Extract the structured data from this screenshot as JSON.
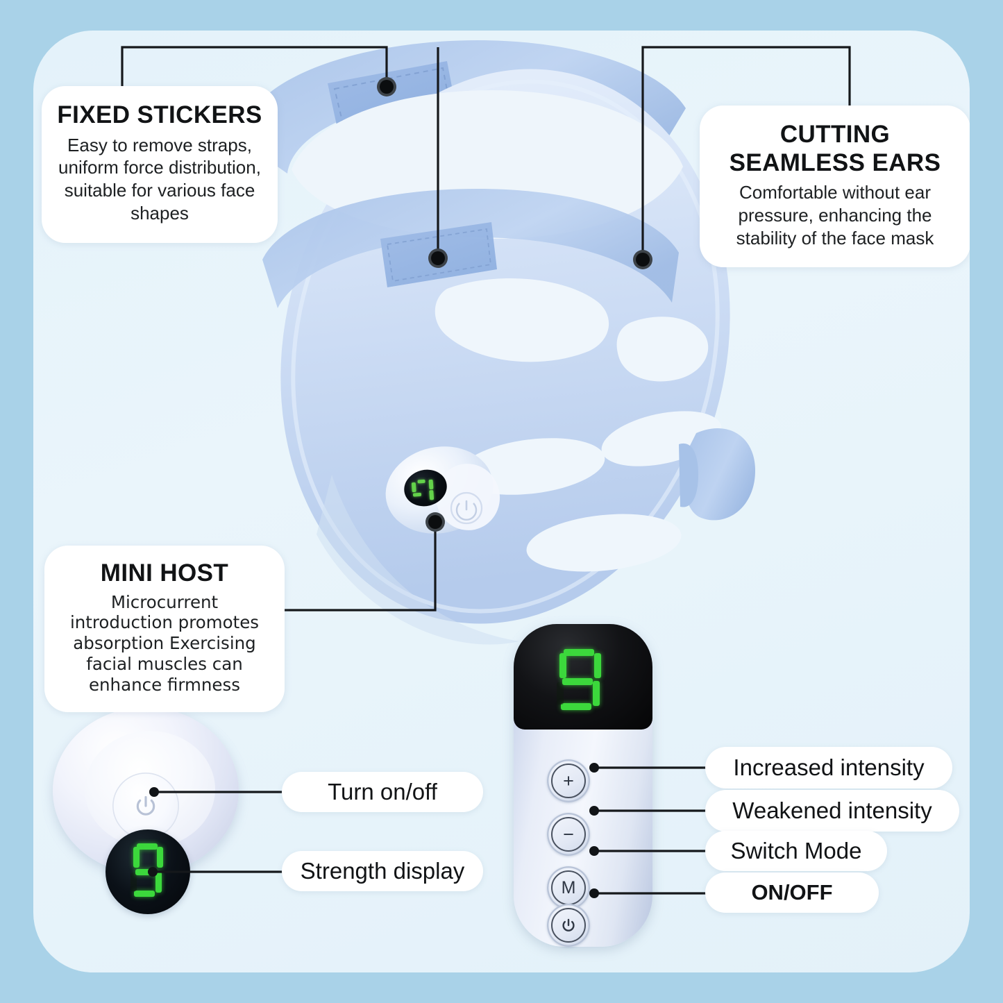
{
  "theme": {
    "outer_bg": "#a9d2e8",
    "panel_bg": "#e6f3fa",
    "card_bg": "#ffffff",
    "text_color": "#111315",
    "line_color": "#15181b",
    "led_green": "#3cd83c",
    "mask_blue": "#b9d0ef",
    "device_body": "#dfe6f3"
  },
  "callouts": [
    {
      "id": "fixed-stickers",
      "title": "FIXED STICKERS",
      "body": "Easy to remove straps, uniform force distribution, suitable for various face shapes"
    },
    {
      "id": "cutting-seamless-ears",
      "title": "CUTTING SEAMLESS EARS",
      "body": "Comfortable without ear pressure, enhancing the stability of the face mask"
    },
    {
      "id": "mini-host",
      "title": "MINI HOST",
      "body": "Microcurrent introduction promotes absorption Exercising facial muscles can enhance firmness"
    }
  ],
  "host_labels": [
    {
      "id": "turn-on-off",
      "text": "Turn on/off"
    },
    {
      "id": "strength-display",
      "text": "Strength display"
    }
  ],
  "remote": {
    "display_value": "9",
    "buttons": [
      {
        "id": "increase",
        "glyph": "+",
        "label": "Increased intensity"
      },
      {
        "id": "decrease",
        "glyph": "−",
        "label": "Weakened intensity"
      },
      {
        "id": "mode",
        "glyph": "M",
        "label": "Switch Mode"
      },
      {
        "id": "power",
        "glyph": "⏻",
        "label": "ON/OFF"
      }
    ]
  },
  "mask_host": {
    "display_value": "9",
    "power_icon": "power-icon"
  }
}
